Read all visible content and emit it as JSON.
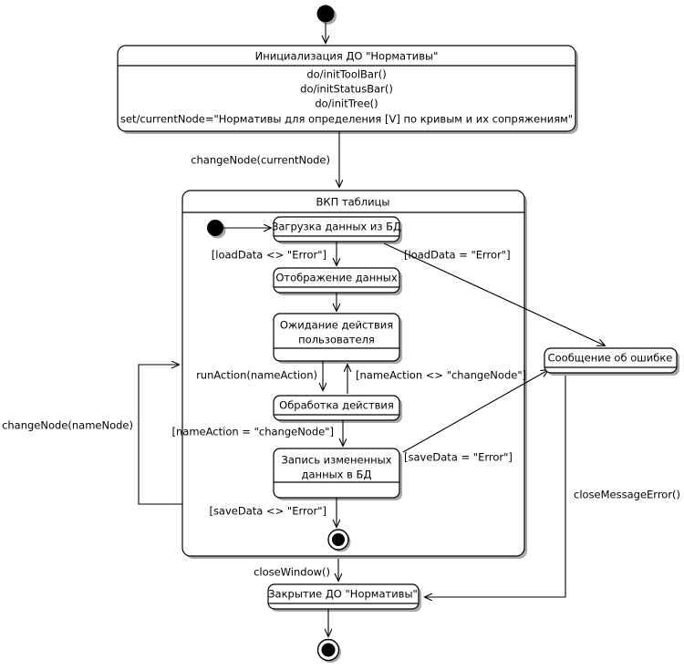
{
  "diagram": {
    "type": "uml-state-machine",
    "title": "",
    "language": "ru"
  },
  "nodes": {
    "start_top": {
      "kind": "initial-state",
      "label": ""
    },
    "init_state": {
      "kind": "state",
      "name": "Инициализация ДО \"Нормативы\"",
      "actions": [
        "do/initToolBar()",
        "do/initStatusBar()",
        "do/initTree()",
        "set/currentNode=\"Нормативы для определения [V] по кривым и их сопряжениям\""
      ]
    },
    "composite": {
      "kind": "composite-state",
      "name": "ВКП таблицы"
    },
    "start_inner": {
      "kind": "initial-state",
      "label": ""
    },
    "load_data": {
      "kind": "state",
      "name": "Загрузка данных из БД"
    },
    "show_data": {
      "kind": "state",
      "name": "Отображение данных"
    },
    "wait_action": {
      "kind": "state",
      "name_line1": "Ожидание действия",
      "name_line2": "пользователя"
    },
    "process_action": {
      "kind": "state",
      "name": "Обработка действия"
    },
    "save_data": {
      "kind": "state",
      "name_line1": "Запись измененных",
      "name_line2": "данных в БД"
    },
    "end_inner": {
      "kind": "final-state",
      "label": ""
    },
    "error_message": {
      "kind": "state",
      "name": "Сообщение об ошибке"
    },
    "close_state": {
      "kind": "state",
      "name": "Закрытие ДО \"Нормативы\""
    },
    "end_top": {
      "kind": "final-state",
      "label": ""
    }
  },
  "transitions": [
    {
      "id": "t1",
      "from": "start_top",
      "to": "init_state",
      "label": ""
    },
    {
      "id": "t2",
      "from": "init_state",
      "to": "composite",
      "label": "changeNode(currentNode)"
    },
    {
      "id": "t3",
      "from": "start_inner",
      "to": "load_data",
      "label": ""
    },
    {
      "id": "t4",
      "from": "load_data",
      "to": "show_data",
      "label": "[loadData <> \"Error\"]"
    },
    {
      "id": "t5",
      "from": "load_data",
      "to": "error_message",
      "label": "[loadData = \"Error\"]"
    },
    {
      "id": "t6",
      "from": "show_data",
      "to": "wait_action",
      "label": ""
    },
    {
      "id": "t7",
      "from": "wait_action",
      "to": "process_action",
      "label": "runAction(nameAction)"
    },
    {
      "id": "t8",
      "from": "process_action",
      "to": "wait_action",
      "label": "[nameAction <> \"changeNode\"]"
    },
    {
      "id": "t9",
      "from": "process_action",
      "to": "save_data",
      "label": "[nameAction = \"changeNode\"]"
    },
    {
      "id": "t10",
      "from": "save_data",
      "to": "error_message",
      "label": "[saveData = \"Error\"]"
    },
    {
      "id": "t11",
      "from": "save_data",
      "to": "end_inner",
      "label": "[saveData <> \"Error\"]"
    },
    {
      "id": "t12",
      "from": "end_inner",
      "to": "composite",
      "label": "changeNode(nameNode)"
    },
    {
      "id": "t13",
      "from": "composite",
      "to": "close_state",
      "label": "closeWindow()"
    },
    {
      "id": "t14",
      "from": "error_message",
      "to": "close_state",
      "label": "closeMessageError()"
    },
    {
      "id": "t15",
      "from": "close_state",
      "to": "end_top",
      "label": ""
    }
  ],
  "colors": {
    "background": "#ffffff",
    "stroke": "#000000",
    "fill": "#ffffff",
    "shadow": "#a8a8a8"
  }
}
